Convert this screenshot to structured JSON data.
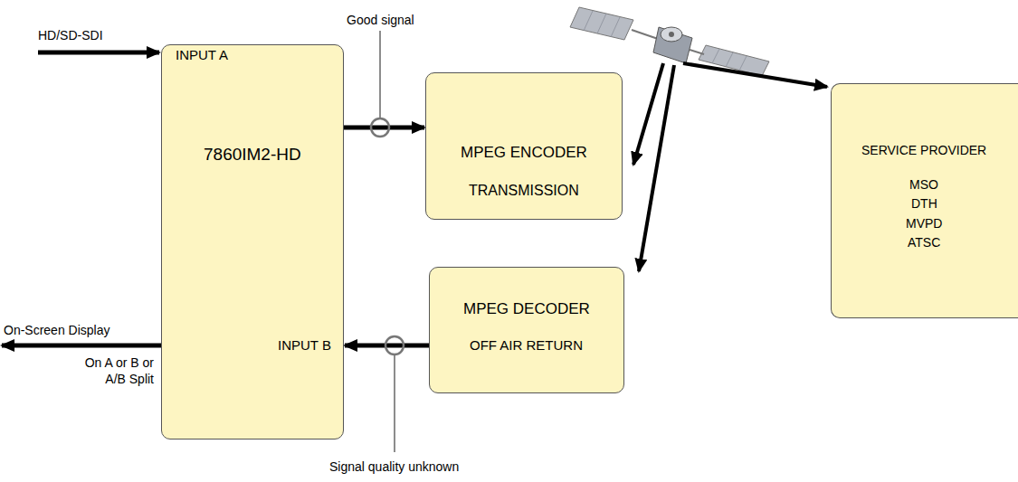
{
  "diagram": {
    "nodes": [
      {
        "text": [
          "INPUT A",
          "7860IM2-HD",
          "INPUT B"
        ]
      },
      {
        "text": [
          "MPEG ENCODER",
          "TRANSMISSION"
        ]
      },
      {
        "text": [
          "MPEG DECODER",
          "OFF AIR RETURN"
        ]
      },
      {
        "text": [
          "SERVICE PROVIDER",
          "MSO",
          "DTH",
          "MVPD",
          "ATSC"
        ]
      }
    ],
    "edges": [
      {
        "from": 0,
        "to": 1,
        "arrow": "to"
      },
      {
        "from": 2,
        "to": 0,
        "arrow": "to"
      }
    ],
    "labels": [
      "HD/SD-SDI",
      "Good signal",
      "Signal quality unknown",
      "On-Screen Display",
      "On A or B or A/B Split"
    ]
  }
}
